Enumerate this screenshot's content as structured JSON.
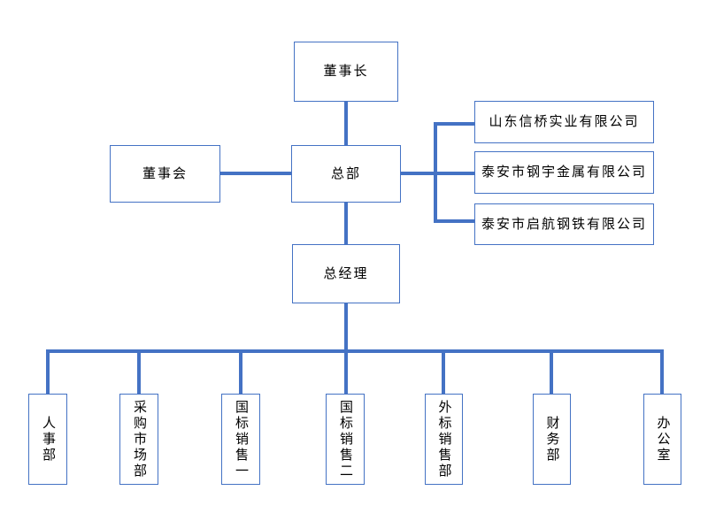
{
  "diagram": {
    "type": "org-chart",
    "nodes": {
      "chairman": {
        "label": "董事长"
      },
      "board": {
        "label": "董事会"
      },
      "hq": {
        "label": "总部"
      },
      "gm": {
        "label": "总经理"
      }
    },
    "companies": [
      {
        "label": "山东信桥实业有限公司"
      },
      {
        "label": "泰安市钢宇金属有限公司"
      },
      {
        "label": "泰安市启航钢铁有限公司"
      }
    ],
    "departments": [
      {
        "label": "人事部"
      },
      {
        "label": "采购市场部"
      },
      {
        "label": "国标销售一"
      },
      {
        "label": "国标销售二"
      },
      {
        "label": "外标销售部"
      },
      {
        "label": "财务部"
      },
      {
        "label": "办公室"
      }
    ],
    "edges": [
      "chairman-hq",
      "board-hq",
      "hq-companies-bracket",
      "hq-gm",
      "gm-departments-bus"
    ],
    "colors": {
      "connector": "#4472C4",
      "box_border": "#4472C4",
      "box_fill": "#FFFFFF",
      "text": "#000000",
      "background": "#FFFFFF"
    }
  }
}
